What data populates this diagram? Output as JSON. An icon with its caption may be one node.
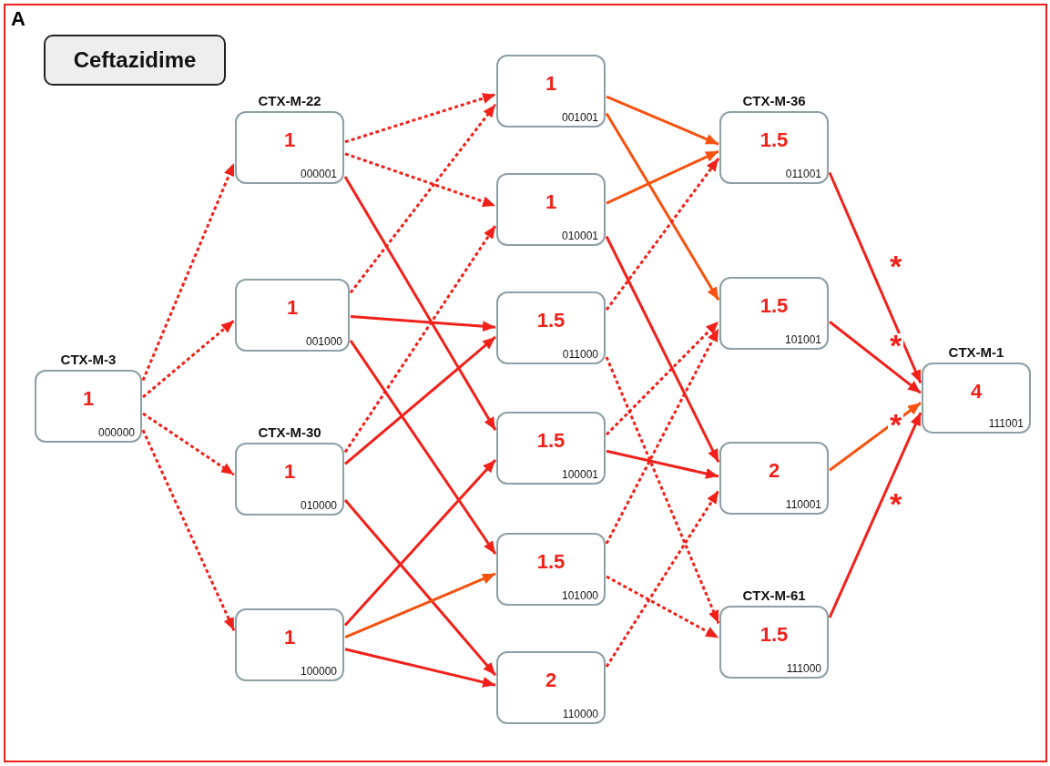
{
  "diagram": {
    "nodes": [
      {
        "text": [
          "Ceftazidime"
        ]
      },
      {
        "text": [
          "CTX-M-3",
          "1",
          "000000"
        ]
      },
      {
        "text": [
          "CTX-M-22",
          "1",
          "000001"
        ]
      },
      {
        "text": [
          "1",
          "001000"
        ]
      },
      {
        "text": [
          "CTX-M-30",
          "1",
          "010000"
        ]
      },
      {
        "text": [
          "1",
          "100000"
        ]
      },
      {
        "text": [
          "1",
          "001001"
        ]
      },
      {
        "text": [
          "1",
          "010001"
        ]
      },
      {
        "text": [
          "1.5",
          "011000"
        ]
      },
      {
        "text": [
          "1.5",
          "100001"
        ]
      },
      {
        "text": [
          "1.5",
          "101000"
        ]
      },
      {
        "text": [
          "2",
          "110000"
        ]
      },
      {
        "text": [
          "CTX-M-36",
          "1.5",
          "011001"
        ]
      },
      {
        "text": [
          "1.5",
          "101001"
        ]
      },
      {
        "text": [
          "2",
          "110001"
        ]
      },
      {
        "text": [
          "CTX-M-61",
          "1.5",
          "111000"
        ]
      },
      {
        "text": [
          "CTX-M-1",
          "4",
          "111001"
        ]
      }
    ],
    "edges": [
      {
        "from": 1,
        "to": 2,
        "arrow": "to",
        "style": "dashed"
      },
      {
        "from": 1,
        "to": 3,
        "arrow": "to",
        "style": "dashed"
      },
      {
        "from": 1,
        "to": 4,
        "arrow": "to",
        "style": "dashed"
      },
      {
        "from": 1,
        "to": 5,
        "arrow": "to",
        "style": "dashed"
      },
      {
        "from": 2,
        "to": 6,
        "arrow": "to",
        "style": "dashed"
      },
      {
        "from": 2,
        "to": 7,
        "arrow": "to",
        "style": "dashed"
      },
      {
        "from": 2,
        "to": 9,
        "arrow": "to"
      },
      {
        "from": 3,
        "to": 6,
        "arrow": "to",
        "style": "dashed"
      },
      {
        "from": 3,
        "to": 8,
        "arrow": "to"
      },
      {
        "from": 3,
        "to": 10,
        "arrow": "to"
      },
      {
        "from": 4,
        "to": 7,
        "arrow": "to",
        "style": "dashed"
      },
      {
        "from": 4,
        "to": 8,
        "arrow": "to"
      },
      {
        "from": 4,
        "to": 11,
        "arrow": "to"
      },
      {
        "from": 5,
        "to": 9,
        "arrow": "to"
      },
      {
        "from": 5,
        "to": 10,
        "arrow": "to",
        "color": "#f5520f"
      },
      {
        "from": 5,
        "to": 11,
        "arrow": "to"
      },
      {
        "from": 6,
        "to": 12,
        "arrow": "to",
        "color": "#f5520f"
      },
      {
        "from": 6,
        "to": 13,
        "arrow": "to",
        "color": "#f5520f"
      },
      {
        "from": 7,
        "to": 12,
        "arrow": "to",
        "color": "#f5520f"
      },
      {
        "from": 7,
        "to": 14,
        "arrow": "to"
      },
      {
        "from": 8,
        "to": 12,
        "arrow": "to",
        "style": "dashed"
      },
      {
        "from": 8,
        "to": 15,
        "arrow": "to",
        "style": "dashed"
      },
      {
        "from": 9,
        "to": 13,
        "arrow": "to",
        "style": "dashed"
      },
      {
        "from": 9,
        "to": 14,
        "arrow": "to"
      },
      {
        "from": 10,
        "to": 13,
        "arrow": "to",
        "style": "dashed"
      },
      {
        "from": 10,
        "to": 15,
        "arrow": "to",
        "style": "dashed"
      },
      {
        "from": 11,
        "to": 14,
        "arrow": "to",
        "style": "dashed"
      },
      {
        "from": 12,
        "to": 16,
        "arrow": "to",
        "label": "*"
      },
      {
        "from": 13,
        "to": 16,
        "arrow": "to",
        "label": "*"
      },
      {
        "from": 14,
        "to": 16,
        "arrow": "to",
        "label": "*",
        "color": "#f5520f"
      },
      {
        "from": 15,
        "to": 16,
        "arrow": "to",
        "label": "*"
      }
    ],
    "labels": [
      "A"
    ]
  }
}
